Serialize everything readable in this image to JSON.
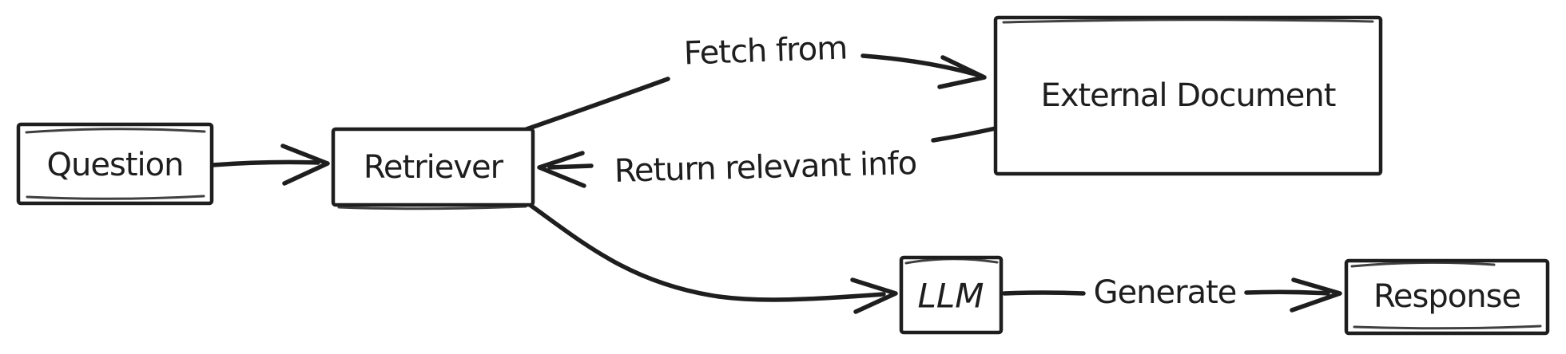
{
  "diagram": {
    "background_color": "#ffffff",
    "stroke_color": "#1e1e1e",
    "style": "hand-drawn sketch flowchart",
    "nodes": [
      {
        "id": "question",
        "label": "Question"
      },
      {
        "id": "retriever",
        "label": "Retriever"
      },
      {
        "id": "external-document",
        "label": "External Document"
      },
      {
        "id": "llm",
        "label": "LLM"
      },
      {
        "id": "response",
        "label": "Response"
      }
    ],
    "edges": [
      {
        "from": "question",
        "to": "retriever",
        "label": ""
      },
      {
        "from": "retriever",
        "to": "external-document",
        "label": "Fetch from"
      },
      {
        "from": "external-document",
        "to": "retriever",
        "label": "Return relevant info"
      },
      {
        "from": "retriever",
        "to": "llm",
        "label": ""
      },
      {
        "from": "llm",
        "to": "response",
        "label": "Generate"
      }
    ]
  }
}
